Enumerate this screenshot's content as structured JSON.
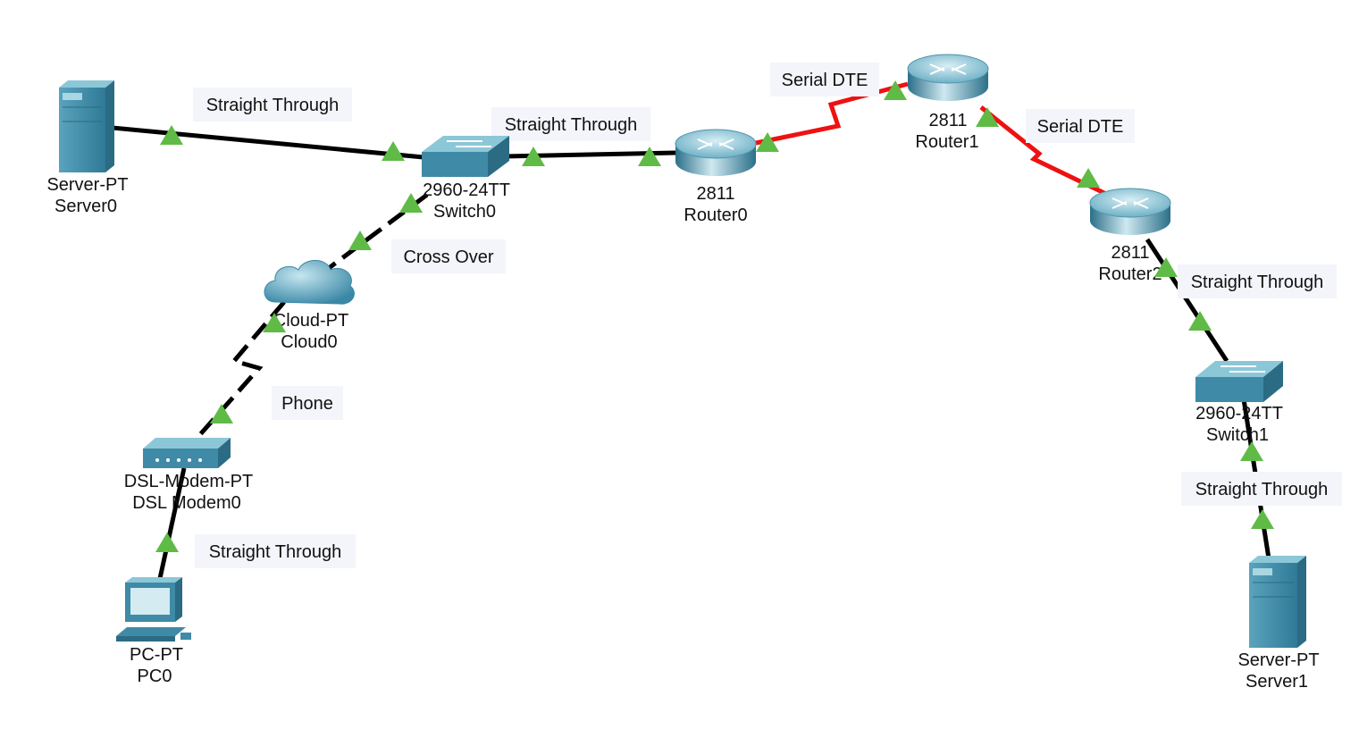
{
  "colors": {
    "copper_link": "#000000",
    "serial_link": "#ee1111",
    "link_up_indicator": "#5fbb46",
    "device_body": "#3f8aa6",
    "device_light": "#8cc7d8",
    "device_dark": "#2b6b84",
    "label_background": "#f4f5fb"
  },
  "devices": [
    {
      "id": "server0",
      "icon": "server-icon",
      "model": "Server-PT",
      "name": "Server0"
    },
    {
      "id": "switch0",
      "icon": "switch-icon",
      "model": "2960-24TT",
      "name": "Switch0"
    },
    {
      "id": "router0",
      "icon": "router-icon",
      "model": "2811",
      "name": "Router0"
    },
    {
      "id": "router1",
      "icon": "router-icon",
      "model": "2811",
      "name": "Router1"
    },
    {
      "id": "router2",
      "icon": "router-icon",
      "model": "2811",
      "name": "Router2"
    },
    {
      "id": "switch1",
      "icon": "switch-icon",
      "model": "2960-24TT",
      "name": "Switch1"
    },
    {
      "id": "server1",
      "icon": "server-icon",
      "model": "Server-PT",
      "name": "Server1"
    },
    {
      "id": "cloud0",
      "icon": "cloud-icon",
      "model": "Cloud-PT",
      "name": "Cloud0"
    },
    {
      "id": "modem0",
      "icon": "dsl-modem-icon",
      "model": "DSL-Modem-PT",
      "name": "DSL Modem0"
    },
    {
      "id": "pc0",
      "icon": "pc-icon",
      "model": "PC-PT",
      "name": "PC0"
    }
  ],
  "links": [
    {
      "from": "server0",
      "to": "switch0",
      "label": "Straight Through"
    },
    {
      "from": "switch0",
      "to": "router0",
      "label": "Straight Through"
    },
    {
      "from": "router0",
      "to": "router1",
      "label": "Serial DTE"
    },
    {
      "from": "router1",
      "to": "router2",
      "label": "Serial DTE"
    },
    {
      "from": "router2",
      "to": "switch1",
      "label": "Straight Through"
    },
    {
      "from": "switch1",
      "to": "server1",
      "label": "Straight Through"
    },
    {
      "from": "switch0",
      "to": "cloud0",
      "label": "Cross Over"
    },
    {
      "from": "cloud0",
      "to": "modem0",
      "label": "Phone"
    },
    {
      "from": "modem0",
      "to": "pc0",
      "label": "Straight Through"
    }
  ]
}
